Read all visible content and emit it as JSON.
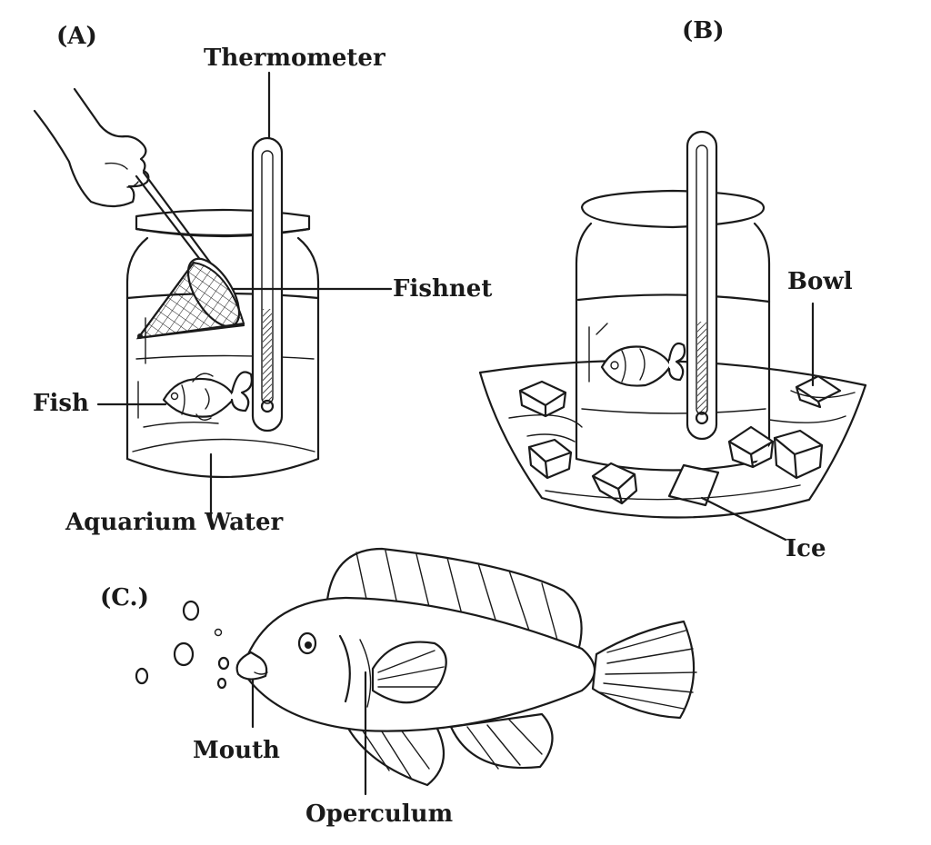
{
  "panels": {
    "a": {
      "letter": "(A)"
    },
    "b": {
      "letter": "(B)"
    },
    "c": {
      "letter": "(C.)"
    }
  },
  "labels": {
    "thermometer": "Thermometer",
    "fishnet": "Fishnet",
    "fish": "Fish",
    "aquarium_water": "Aquarium Water",
    "bowl": "Bowl",
    "ice": "Ice",
    "mouth": "Mouth",
    "operculum": "Operculum"
  }
}
